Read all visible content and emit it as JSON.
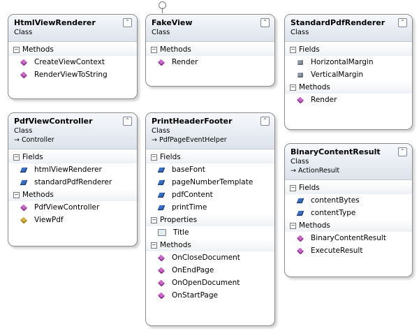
{
  "diagram": {
    "classes": [
      {
        "id": "htmlviewrenderer",
        "name": "HtmlViewRenderer",
        "kind": "Class",
        "base": "",
        "sections": [
          {
            "title": "Methods",
            "members": [
              {
                "name": "CreateViewContext",
                "icon": "m-prot"
              },
              {
                "name": "RenderViewToString",
                "icon": "m-pub"
              }
            ]
          }
        ]
      },
      {
        "id": "fakeview",
        "name": "FakeView",
        "kind": "Class",
        "base": "",
        "sections": [
          {
            "title": "Methods",
            "members": [
              {
                "name": "Render",
                "icon": "m-pub"
              }
            ]
          }
        ]
      },
      {
        "id": "standardpdfrenderer",
        "name": "StandardPdfRenderer",
        "kind": "Class",
        "base": "",
        "sections": [
          {
            "title": "Fields",
            "members": [
              {
                "name": "HorizontalMargin",
                "icon": "f-prot"
              },
              {
                "name": "VerticalMargin",
                "icon": "f-prot"
              }
            ]
          },
          {
            "title": "Methods",
            "members": [
              {
                "name": "Render",
                "icon": "m-pub"
              }
            ]
          }
        ]
      },
      {
        "id": "pdfviewcontroller",
        "name": "PdfViewController",
        "kind": "Class",
        "base": "→ Controller",
        "sections": [
          {
            "title": "Fields",
            "members": [
              {
                "name": "htmlViewRenderer",
                "icon": "f-priv"
              },
              {
                "name": "standardPdfRenderer",
                "icon": "f-priv"
              }
            ]
          },
          {
            "title": "Methods",
            "members": [
              {
                "name": "PdfViewController",
                "icon": "m-pub"
              },
              {
                "name": "ViewPdf",
                "icon": "m-priv"
              }
            ]
          }
        ]
      },
      {
        "id": "printheaderfooter",
        "name": "PrintHeaderFooter",
        "kind": "Class",
        "base": "→ PdfPageEventHelper",
        "sections": [
          {
            "title": "Fields",
            "members": [
              {
                "name": "baseFont",
                "icon": "f-priv"
              },
              {
                "name": "pageNumberTemplate",
                "icon": "f-priv"
              },
              {
                "name": "pdfContent",
                "icon": "f-priv"
              },
              {
                "name": "printTime",
                "icon": "f-priv"
              }
            ]
          },
          {
            "title": "Properties",
            "members": [
              {
                "name": "Title",
                "icon": "prop"
              }
            ]
          },
          {
            "title": "Methods",
            "members": [
              {
                "name": "OnCloseDocument",
                "icon": "m-pub"
              },
              {
                "name": "OnEndPage",
                "icon": "m-pub"
              },
              {
                "name": "OnOpenDocument",
                "icon": "m-pub"
              },
              {
                "name": "OnStartPage",
                "icon": "m-pub"
              }
            ]
          }
        ]
      },
      {
        "id": "binarycontentresult",
        "name": "BinaryContentResult",
        "kind": "Class",
        "base": "→ ActionResult",
        "sections": [
          {
            "title": "Fields",
            "members": [
              {
                "name": "contentBytes",
                "icon": "f-priv"
              },
              {
                "name": "contentType",
                "icon": "f-priv"
              }
            ]
          },
          {
            "title": "Methods",
            "members": [
              {
                "name": "BinaryContentResult",
                "icon": "m-pub"
              },
              {
                "name": "ExecuteResult",
                "icon": "m-pub"
              }
            ]
          }
        ]
      }
    ],
    "collapse_glyph": "⌃",
    "section_toggle_glyph": "−",
    "interface_marker_icon": "lollipop-icon"
  }
}
